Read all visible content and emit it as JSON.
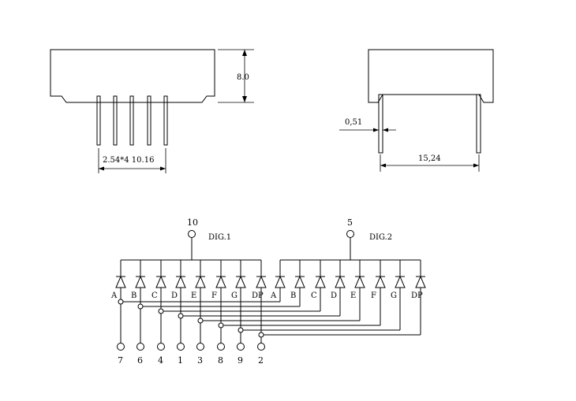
{
  "dimensions": {
    "height": "8.0",
    "pitch": "2.54*4 10.16",
    "pin_width": "0,51",
    "row_spacing": "15,24"
  },
  "schematic": {
    "digits": [
      {
        "label": "DIG.1",
        "common_pin": "10"
      },
      {
        "label": "DIG.2",
        "common_pin": "5"
      }
    ],
    "segments": [
      "A",
      "B",
      "C",
      "D",
      "E",
      "F",
      "G",
      "DP"
    ],
    "segment_pins": [
      "7",
      "6",
      "4",
      "1",
      "3",
      "8",
      "9",
      "2"
    ]
  }
}
